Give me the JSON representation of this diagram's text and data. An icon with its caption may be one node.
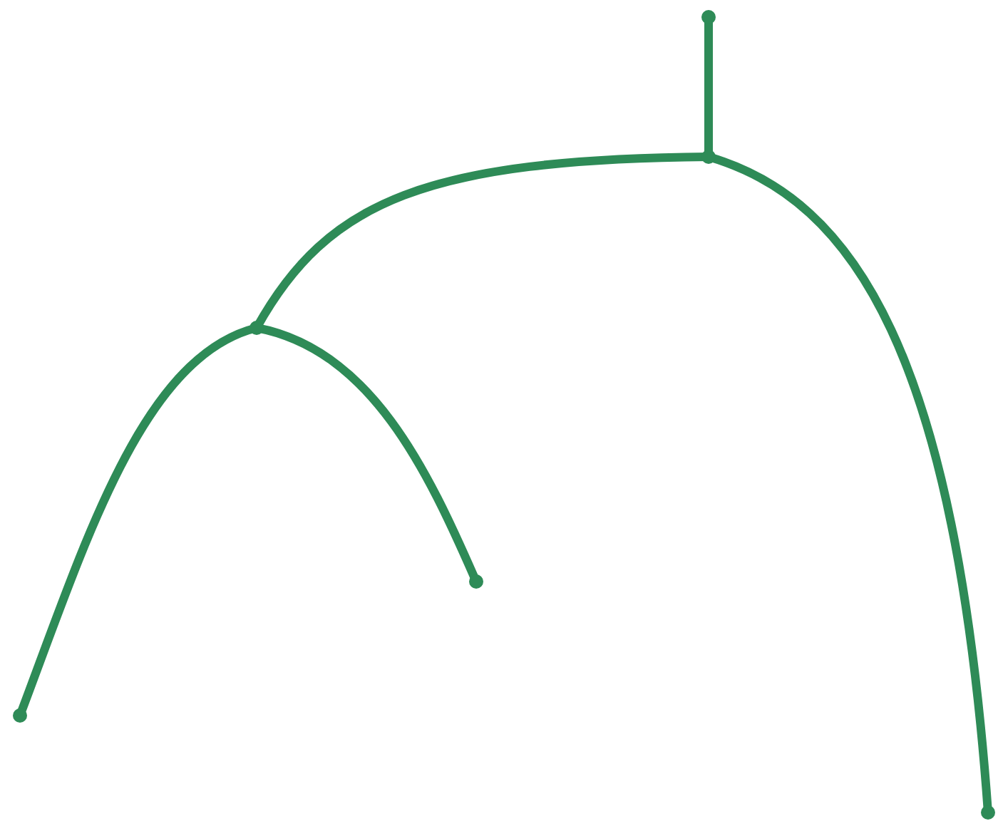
{
  "diagram": {
    "nodes": [
      {
        "text": [],
        "shape": "point"
      },
      {
        "text": [],
        "shape": "point"
      },
      {
        "text": [],
        "shape": "point"
      },
      {
        "text": [],
        "shape": "point"
      },
      {
        "text": [],
        "shape": "point"
      },
      {
        "text": [],
        "shape": "point"
      }
    ],
    "edges": [
      {
        "from": 0,
        "to": 1,
        "arrow": "none"
      },
      {
        "from": 1,
        "to": 2,
        "arrow": "none"
      },
      {
        "from": 1,
        "to": 5,
        "arrow": "none"
      },
      {
        "from": 2,
        "to": 3,
        "arrow": "none"
      },
      {
        "from": 2,
        "to": 4,
        "arrow": "none"
      }
    ]
  }
}
